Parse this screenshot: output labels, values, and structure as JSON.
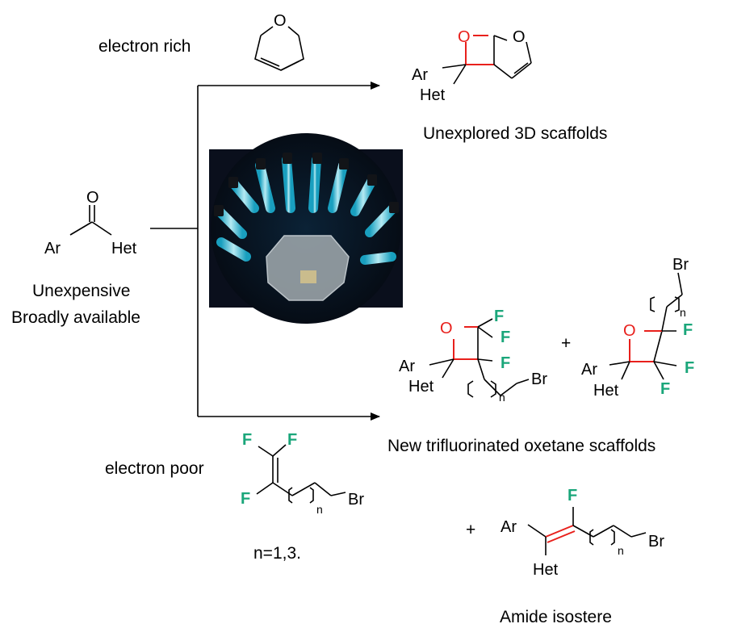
{
  "labels": {
    "electron_rich": "electron rich",
    "electron_poor": "electron poor",
    "unexpensive": "Unexpensive",
    "broadly_available": "Broadly available",
    "unexplored": "Unexplored 3D scaffolds",
    "new_trifluorinated": "New trifluorinated oxetane scaffolds",
    "amide_isostere": "Amide isostere",
    "n_values": "n=1,3.",
    "plus": "+"
  },
  "atoms": {
    "oxygen": "O",
    "fluorine": "F",
    "bromine": "Br",
    "aryl": "Ar",
    "heteroaryl": "Het",
    "n_sub": "n"
  },
  "colors": {
    "oxygen": "#e8201c",
    "fluorine": "#1aa67a",
    "bond": "#000000",
    "photo_glow": "#3fe0ff"
  },
  "photo": {
    "description_icon": "photoreactor-photo"
  }
}
